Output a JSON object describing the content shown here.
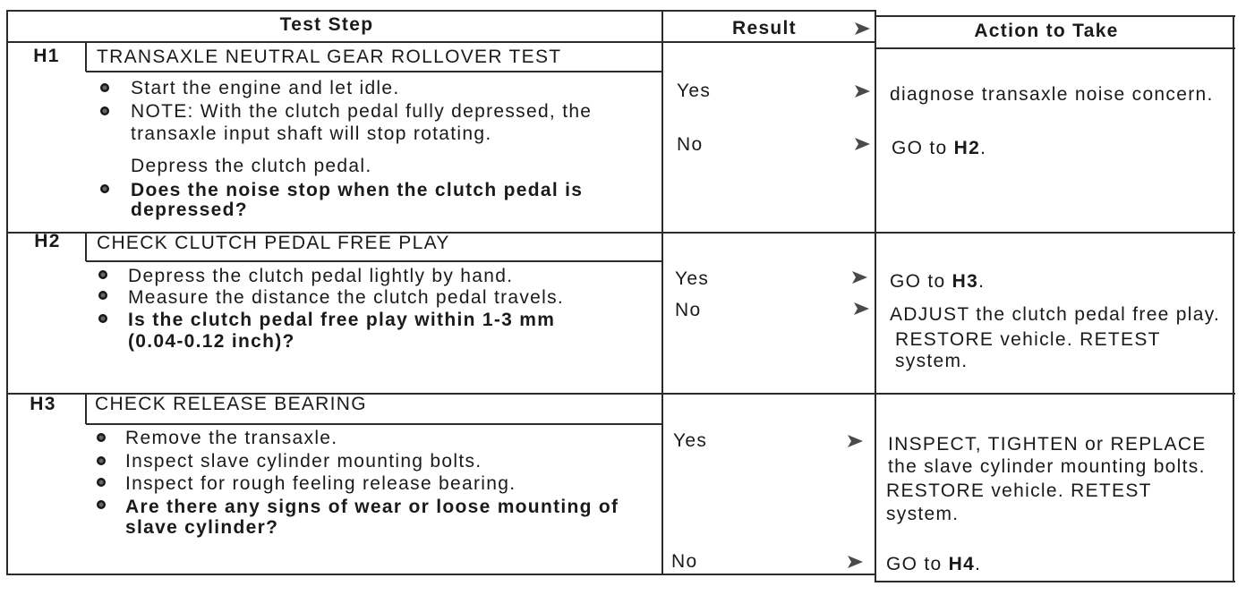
{
  "header": {
    "test_step": "Test Step",
    "result": "Result",
    "action_to_take": "Action to Take"
  },
  "icons": {
    "result_arrow": "right-arrow-icon",
    "bullet": "bullet-icon"
  },
  "colors": {
    "ink": "#1a1a1a",
    "rule": "#2b2b2b",
    "paper": "#ffffff",
    "icon": "#4a4a4a"
  },
  "steps": [
    {
      "id": "H1",
      "title": "TRANSAXLE NEUTRAL GEAR ROLLOVER TEST",
      "instructions": [
        [
          "Start the engine and let idle."
        ],
        [
          "NOTE: With the clutch pedal fully depressed, the",
          "transaxle input shaft will stop rotating."
        ],
        [
          "Depress the clutch pedal."
        ],
        [
          "Does the noise stop when the clutch pedal is",
          "depressed?"
        ]
      ],
      "outcomes": [
        {
          "result": "Yes",
          "action": [
            "diagnose transaxle noise concern."
          ]
        },
        {
          "result": "No",
          "goto": {
            "label": "GO to",
            "step": "H2",
            "punct": "."
          }
        }
      ]
    },
    {
      "id": "H2",
      "title": "CHECK CLUTCH PEDAL FREE PLAY",
      "instructions": [
        [
          "Depress the clutch pedal lightly by hand."
        ],
        [
          "Measure the distance the clutch pedal travels."
        ],
        [
          "Is the clutch pedal free play within 1-3 mm",
          "(0.04-0.12 inch)?"
        ]
      ],
      "outcomes": [
        {
          "result": "Yes",
          "goto": {
            "label": "GO to",
            "step": "H3",
            "punct": "."
          }
        },
        {
          "result": "No",
          "action": [
            "ADJUST the clutch pedal free play.",
            "RESTORE vehicle. RETEST",
            "system."
          ]
        }
      ]
    },
    {
      "id": "H3",
      "title": "CHECK RELEASE BEARING",
      "instructions": [
        [
          "Remove the transaxle."
        ],
        [
          "Inspect slave cylinder mounting bolts."
        ],
        [
          "Inspect for rough feeling release bearing."
        ],
        [
          "Are there any signs of wear or loose mounting of",
          "slave cylinder?"
        ]
      ],
      "outcomes": [
        {
          "result": "Yes",
          "action": [
            "INSPECT, TIGHTEN or REPLACE",
            "the slave cylinder mounting bolts.",
            "RESTORE vehicle. RETEST",
            "system."
          ]
        },
        {
          "result": "No",
          "goto": {
            "label": "GO to",
            "step": "H4",
            "punct": "."
          }
        }
      ]
    }
  ]
}
